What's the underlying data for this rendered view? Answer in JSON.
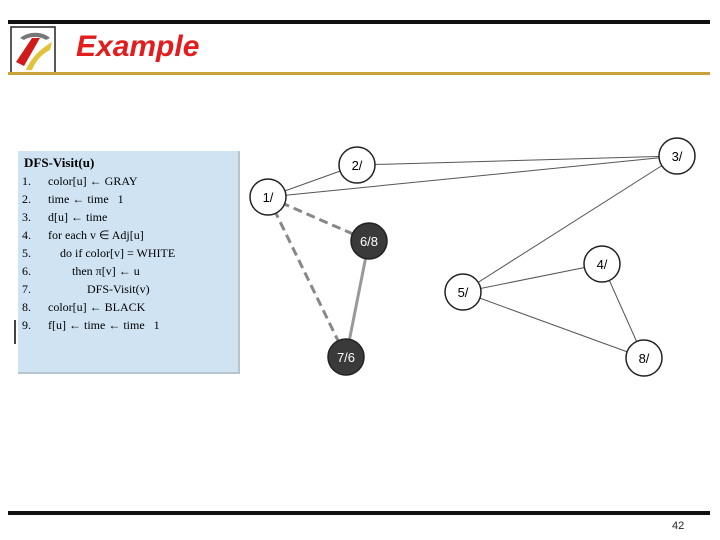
{
  "slide": {
    "title": "Example",
    "page_number": "42",
    "logo_icon": "university-logo-icon"
  },
  "code": {
    "title": "DFS-Visit(u)",
    "lines": [
      {
        "num": "1.",
        "text": "color[u] ← GRAY"
      },
      {
        "num": "2.",
        "text": "time ← time   1"
      },
      {
        "num": "3.",
        "text": "d[u] ← time"
      },
      {
        "num": "4.",
        "text": "for each v ∈ Adj[u]"
      },
      {
        "num": "5.",
        "text": "    do if color[v] = WHITE"
      },
      {
        "num": "6.",
        "text": "        then π[v] ← u"
      },
      {
        "num": "7.",
        "text": "             DFS-Visit(v)"
      },
      {
        "num": "8.",
        "text": "color[u] ← BLACK"
      },
      {
        "num": "9.",
        "text": "f[u] ← time ← time   1"
      }
    ]
  },
  "graph": {
    "colors": {
      "gray": "#ffffff",
      "black": "#3a3a3a",
      "edge": "#555555",
      "tree_edge": "#888888"
    },
    "nodes": [
      {
        "id": "n1",
        "label": "1/",
        "fill": "white"
      },
      {
        "id": "n2",
        "label": "2/",
        "fill": "white"
      },
      {
        "id": "n3",
        "label": "3/",
        "fill": "white"
      },
      {
        "id": "n4",
        "label": "4/",
        "fill": "white"
      },
      {
        "id": "n5",
        "label": "5/",
        "fill": "white"
      },
      {
        "id": "n6",
        "label": "6/8",
        "fill": "black"
      },
      {
        "id": "n7",
        "label": "7/6",
        "fill": "black"
      },
      {
        "id": "n8",
        "label": "8/",
        "fill": "white"
      }
    ],
    "edges": [
      {
        "from": "n1",
        "to": "n2",
        "style": "solid"
      },
      {
        "from": "n2",
        "to": "n3",
        "style": "solid"
      },
      {
        "from": "n1",
        "to": "n3",
        "style": "solid"
      },
      {
        "from": "n3",
        "to": "n5",
        "style": "solid"
      },
      {
        "from": "n4",
        "to": "n5",
        "style": "solid"
      },
      {
        "from": "n4",
        "to": "n8",
        "style": "solid"
      },
      {
        "from": "n5",
        "to": "n8",
        "style": "solid"
      },
      {
        "from": "n1",
        "to": "n7",
        "style": "dashed"
      },
      {
        "from": "n1",
        "to": "n6",
        "style": "dashed"
      },
      {
        "from": "n6",
        "to": "n7",
        "style": "solid-gray"
      }
    ]
  }
}
